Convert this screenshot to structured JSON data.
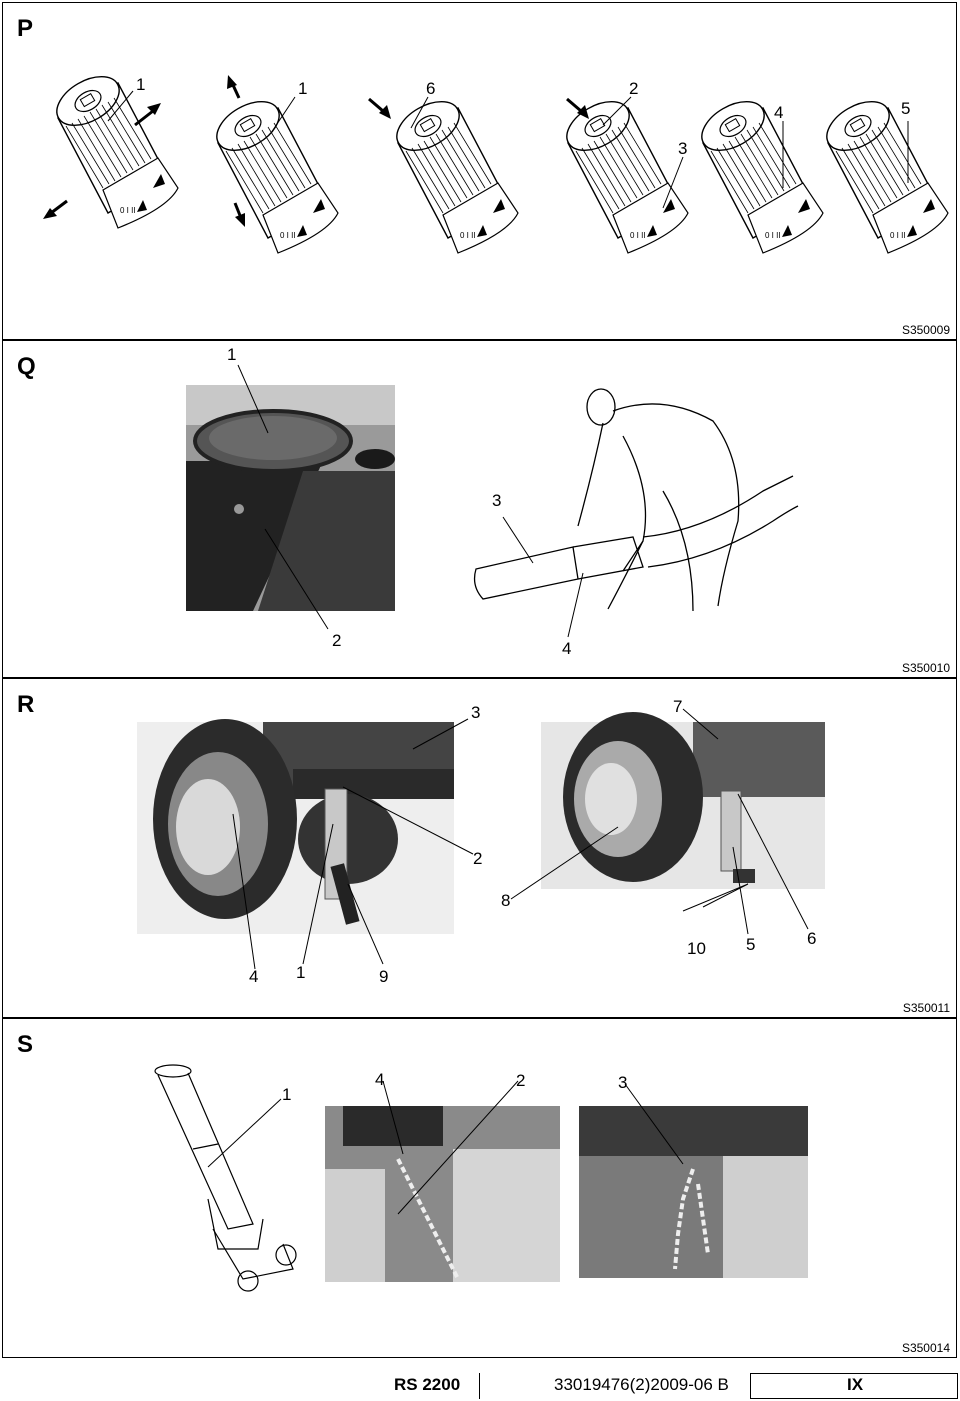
{
  "panels": {
    "p": {
      "letter": "P",
      "code": "S350009",
      "callouts": [
        "1",
        "1",
        "6",
        "2",
        "3",
        "4",
        "5"
      ]
    },
    "q": {
      "letter": "Q",
      "code": "S350010",
      "callouts": [
        "1",
        "2",
        "3",
        "4"
      ]
    },
    "r": {
      "letter": "R",
      "code": "S350011",
      "callouts": [
        "3",
        "2",
        "4",
        "1",
        "9",
        "7",
        "8",
        "10",
        "5",
        "6"
      ]
    },
    "s": {
      "letter": "S",
      "code": "S350014",
      "callouts": [
        "1",
        "4",
        "2",
        "3"
      ]
    }
  },
  "footer": {
    "model": "RS 2200",
    "doc_number": "33019476(2)2009-06 B",
    "page": "IX"
  }
}
